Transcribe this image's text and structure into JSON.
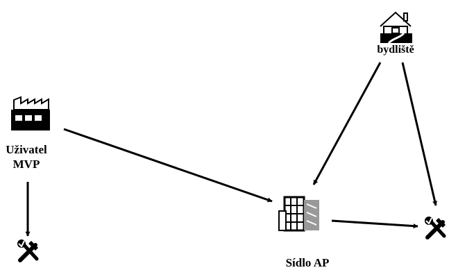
{
  "labels": {
    "user_line1": "Uživatel",
    "user_line2": "MVP",
    "home": "bydliště",
    "sidlo": "Sídlo AP"
  },
  "icons": {
    "factory": "factory-icon",
    "house": "house-icon",
    "building": "office-building-icon",
    "tools_left": "tools-icon",
    "tools_right": "tools-icon"
  },
  "colors": {
    "ink": "#000000",
    "background": "#ffffff"
  }
}
